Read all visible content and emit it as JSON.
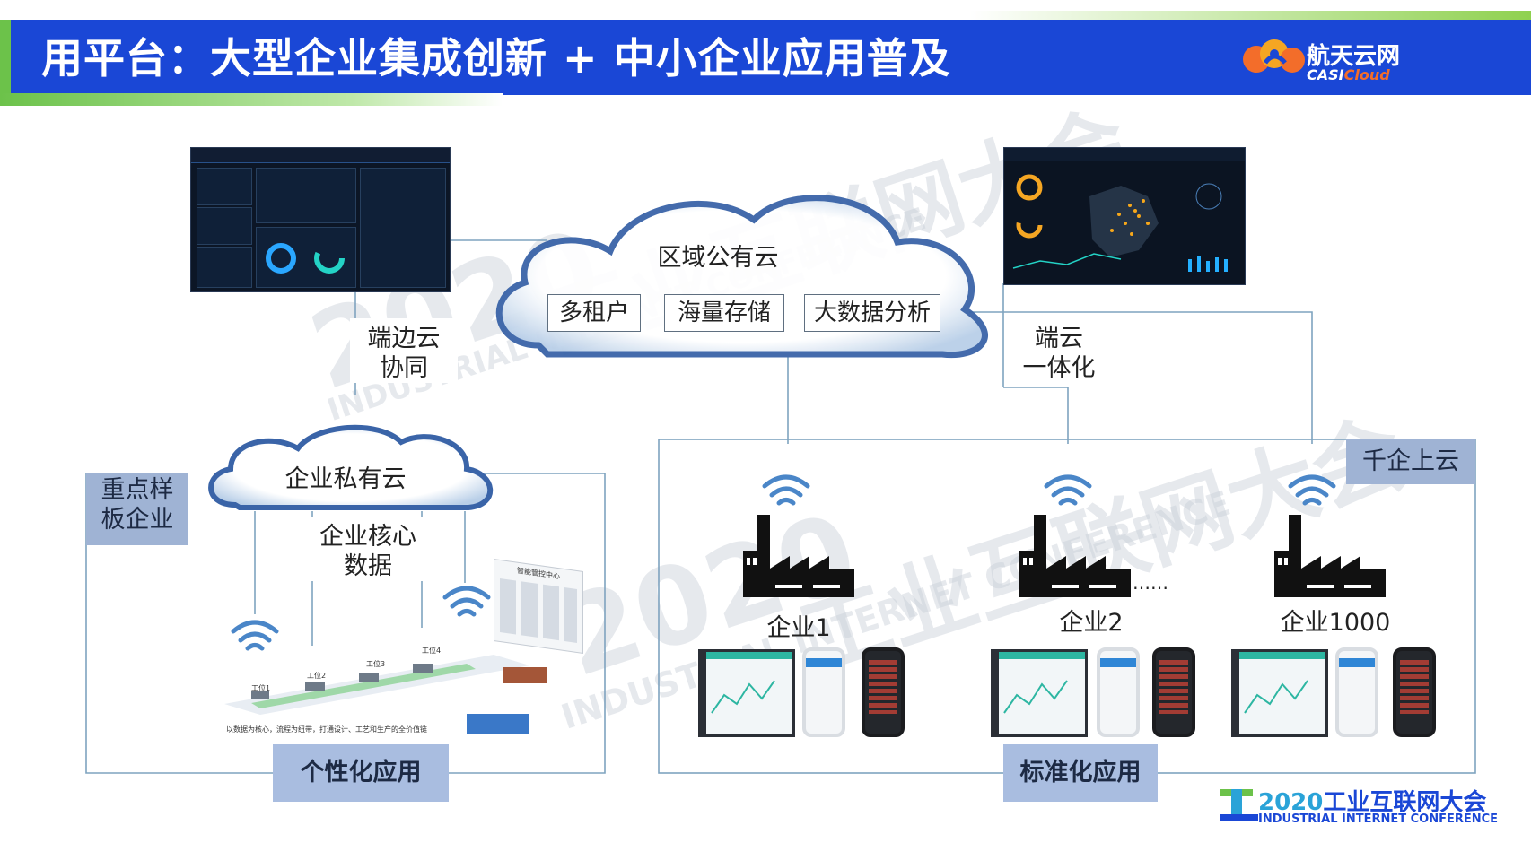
{
  "header": {
    "title": "用平台：大型企业集成创新 + 中小企业应用普及",
    "logo_cn": "航天云网",
    "logo_en_prefix": "CASI",
    "logo_en_suffix": "Cloud",
    "bar_color": "#1a47d6",
    "accent_green": "#6cc24a"
  },
  "watermark": {
    "year": "2020",
    "cn": "工业互联网大会",
    "en": "INDUSTRIAL INTERNET CONFERENCE"
  },
  "public_cloud": {
    "label": "区域公有云",
    "chips": [
      "多租户",
      "海量存储",
      "大数据分析"
    ]
  },
  "private_cloud": {
    "label": "企业私有云"
  },
  "edge_label_line1": "端边云",
  "edge_label_line2": "协同",
  "endcloud_label_line1": "端云",
  "endcloud_label_line2": "一体化",
  "left_panel": {
    "side_label_line1": "重点样",
    "side_label_line2": "板企业",
    "core_data_line1": "企业核心",
    "core_data_line2": "数据",
    "bottom_tag": "个性化应用",
    "caption": "以数据为核心，流程为纽带，打通设计、工艺和生产的全价值链",
    "workstations": [
      "工位1",
      "工位2",
      "工位3",
      "工位4"
    ],
    "control_center": "智能管控中心"
  },
  "right_panel": {
    "side_label": "千企上云",
    "enterprises": [
      "企业1",
      "企业2",
      "企业1000"
    ],
    "ellipsis": "……",
    "bottom_tag": "标准化应用"
  },
  "footer_logo": {
    "year": "2020",
    "cn": "工业互联网大会",
    "en": "INDUSTRIAL  INTERNET  CONFERENCE"
  },
  "icons": {
    "wifi": "wifi-icon",
    "factory": "factory-icon",
    "cloud": "cloud-shape"
  }
}
